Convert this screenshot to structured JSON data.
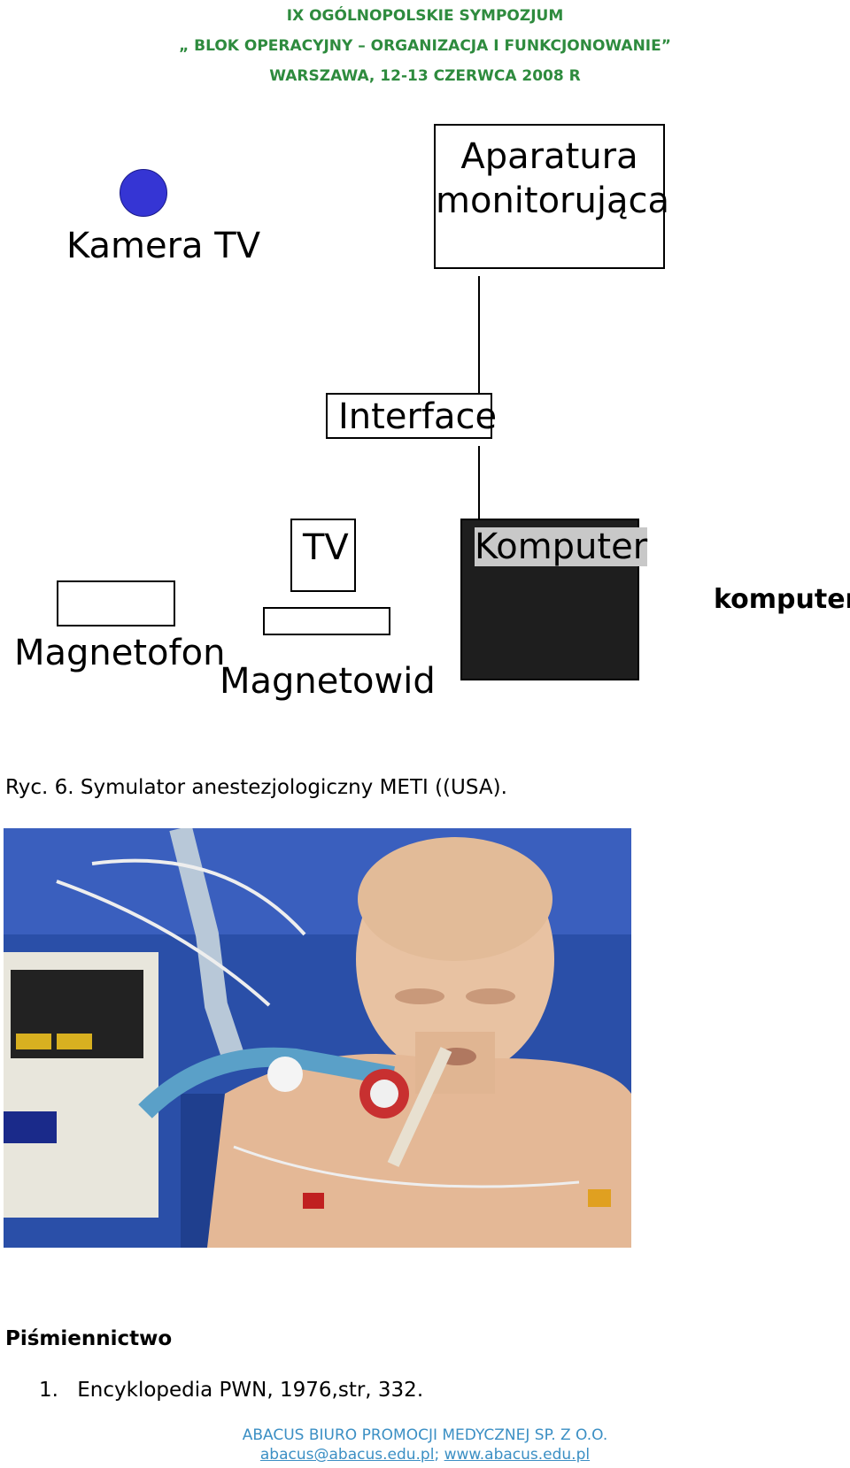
{
  "header": {
    "line1": "IX OGÓLNOPOLSKIE SYMPOZJUM",
    "line2": "„ BLOK OPERACYJNY – ORGANIZACJA I FUNKCJONOWANIE”",
    "line3": "WARSZAWA, 12-13 CZERWCA 2008 R"
  },
  "diagram": {
    "camera_label": "Kamera TV",
    "monitor_label_1": "Aparatura",
    "monitor_label_2": "monitorująca",
    "interface_label": "Interface",
    "tv_label": "TV",
    "computer_label": "Komputer",
    "computer_side_label": "komputer",
    "tape_label": "Magnetofon",
    "vcr_label": "Magnetowid",
    "colors": {
      "camera": "#3535d4",
      "computer": "#1e1e1e",
      "computer_label_bg": "#c8c8c8"
    }
  },
  "caption": "Ryc. 6. Symulator anestezjologiczny METI ((USA).",
  "references": {
    "heading": "Piśmiennictwo",
    "items": [
      "Encyklopedia PWN, 1976,str, 332."
    ]
  },
  "footer": {
    "company": "ABACUS BIURO PROMOCJI MEDYCZNEJ SP. Z O.O.",
    "email": "abacus@abacus.edu.pl",
    "separator": ";",
    "website": "www.abacus.edu.pl"
  }
}
